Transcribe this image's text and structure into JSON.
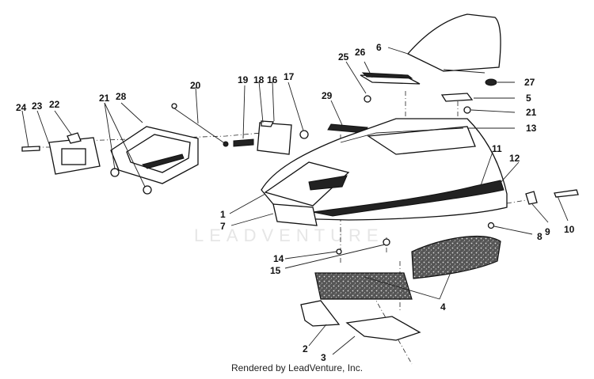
{
  "callouts": [
    "1",
    "2",
    "3",
    "4",
    "5",
    "6",
    "7",
    "8",
    "9",
    "10",
    "11",
    "12",
    "13",
    "14",
    "15",
    "16",
    "17",
    "18",
    "19",
    "20",
    "21",
    "21",
    "21",
    "22",
    "23",
    "24",
    "25",
    "26",
    "27",
    "28",
    "29"
  ],
  "watermark": "LEADVENTURE",
  "footer": "Rendered by LeadVenture, Inc."
}
